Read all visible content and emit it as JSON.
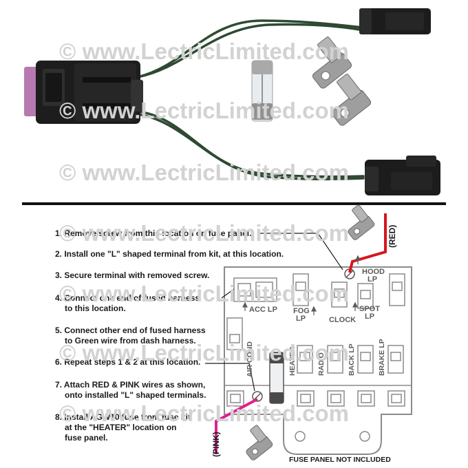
{
  "watermark": "© www.LectricLimited.com",
  "steps": [
    [
      "1. Remove screw from this location on fuse panel."
    ],
    [
      "2. Install one \"L\" shaped terminal from kit, at this location."
    ],
    [
      "3. Secure terminal with removed screw."
    ],
    [
      "4. Connect one end of fused harness",
      "to this location."
    ],
    [
      "5. Connect other end of fused harness",
      "to Green wire from dash harness."
    ],
    [
      "6. Repeat steps 1 & 2 at this location."
    ],
    [
      "7. Attach RED & PINK wires as shown,",
      "onto installed \"L\" shaped terminals."
    ],
    [
      "8. Install AGW10 fuse from fuse kit",
      "at the \"HEATER\" location on",
      "fuse panel."
    ]
  ],
  "panel_labels": {
    "acc_lp": "ACC LP",
    "fog_lp": [
      "FOG",
      "LP"
    ],
    "hood_lp": [
      "HOOD",
      "LP"
    ],
    "clock": "CLOCK",
    "spot_lp": [
      "SPOT",
      "LP"
    ],
    "air_cond": "AIR COND",
    "heater": "HEATER",
    "radio": "RADIO",
    "back_lp": "BACK LP",
    "brake_lp": "BRAKE LP"
  },
  "wires": {
    "red": "(RED)",
    "pink": "(PINK)"
  },
  "footer_note": "FUSE PANEL NOT INCLUDED",
  "colors": {
    "wire_green": "#2e4a32",
    "red_wire": "#d8141c",
    "pink_wire": "#e0208c",
    "panel_outline": "#8a8a8a",
    "watermark": "#d2d2d2"
  }
}
